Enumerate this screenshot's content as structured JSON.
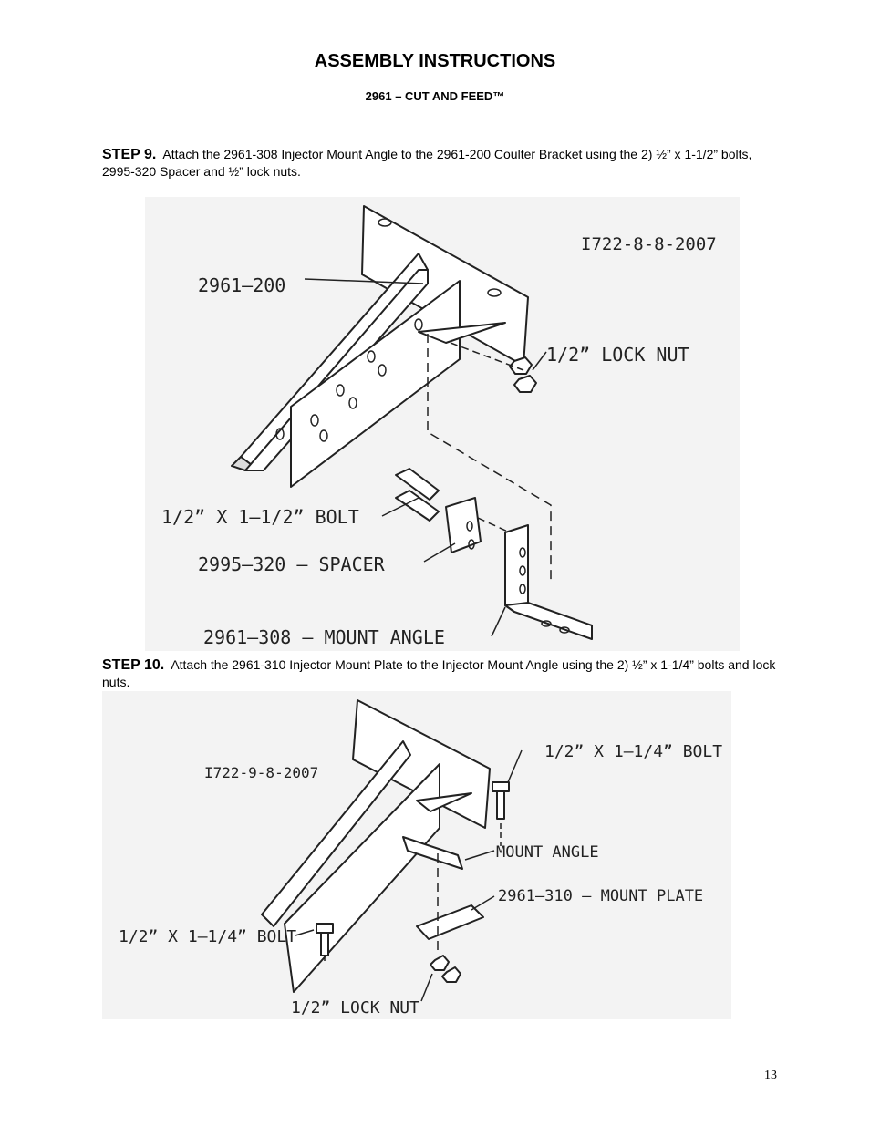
{
  "header": {
    "title": "ASSEMBLY INSTRUCTIONS",
    "subtitle": "2961 – CUT AND FEED™"
  },
  "steps": [
    {
      "label": "STEP 9.",
      "text": "Attach the 2961-308 Injector Mount Angle to the 2961-200 Coulter Bracket using the 2) ½” x 1-1/2” bolts, 2995-320 Spacer and ½” lock nuts."
    },
    {
      "label": "STEP 10.",
      "text": "Attach the 2961-310 Injector Mount Plate to the Injector Mount Angle using the 2) ½” x 1-1/4” bolts and lock nuts."
    }
  ],
  "figures": [
    {
      "drawing_id": "I722-8-8-2007",
      "callouts": {
        "bracket": "2961–200",
        "lock_nut": "1/2” LOCK NUT",
        "bolt": "1/2” X 1–1/2” BOLT",
        "spacer": "2995–320 — SPACER",
        "mount_angle": "2961–308 — MOUNT ANGLE"
      }
    },
    {
      "drawing_id": "I722-9-8-2007",
      "callouts": {
        "bolt_top": "1/2” X 1–1/4” BOLT",
        "mount_angle": "MOUNT ANGLE",
        "mount_plate": "2961–310 — MOUNT PLATE",
        "bolt_left": "1/2” X 1–1/4” BOLT",
        "lock_nut": "1/2” LOCK NUT"
      }
    }
  ],
  "footer": {
    "page_number": "13"
  }
}
